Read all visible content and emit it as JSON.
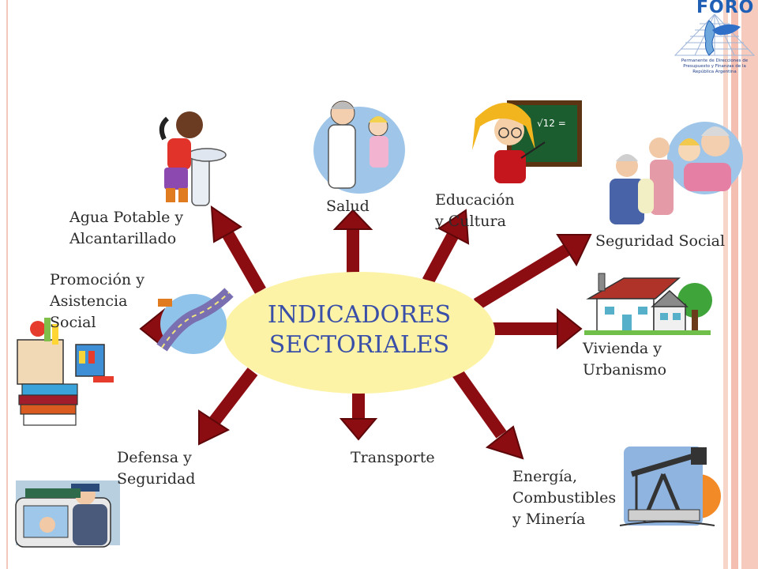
{
  "center": {
    "line1": "INDICADORES",
    "line2": "SECTORIALES"
  },
  "sectors": {
    "agua": "Agua Potable y\nAlcantarillado",
    "salud": "Salud",
    "educacion": "Educación\ny Cultura",
    "seguridad_social": "Seguridad Social",
    "promocion": "Promoción y\nAsistencia\nSocial",
    "vivienda": "Vivienda y\nUrbanismo",
    "defensa": "Defensa y\nSeguridad",
    "transporte": "Transporte",
    "energia": "Energía,\nCombustibles\ny Minería"
  },
  "logo": {
    "name": "FORO",
    "subtitle": "Permanente de Direcciones de Presupuesto y Finanzas de la República Argentina"
  },
  "colors": {
    "arrow": "#8b0d12",
    "arrow_edge": "#5e0709",
    "ellipse": "#fdf3a6",
    "title": "#3a4fa8",
    "stripe": "#f6c8bb"
  }
}
